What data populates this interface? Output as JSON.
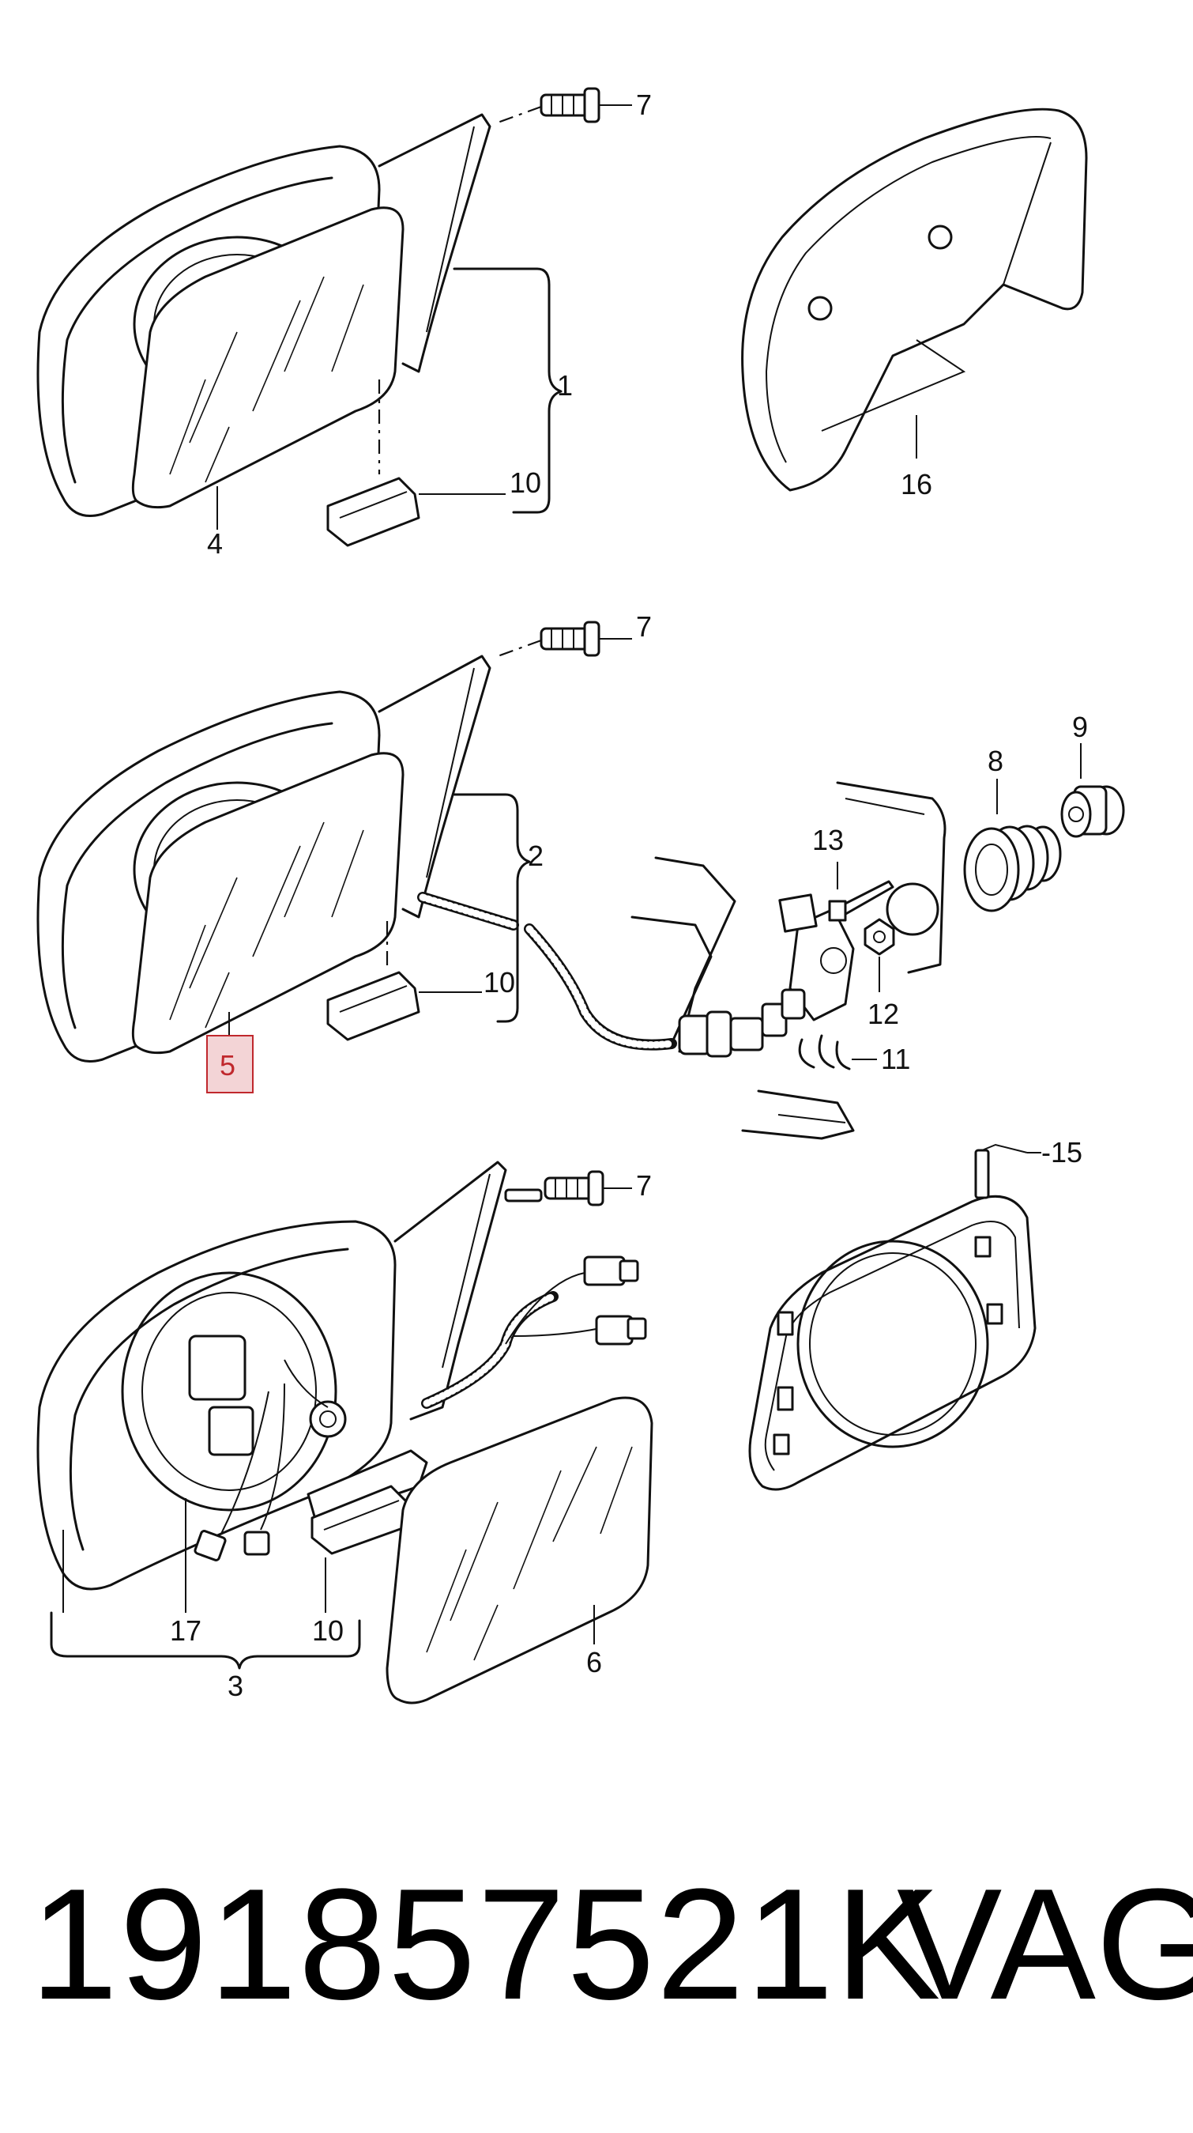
{
  "diagram": {
    "labels": {
      "l1": "1",
      "l2": "2",
      "l3": "3",
      "l4": "4",
      "l5": "5",
      "l6": "6",
      "l7a": "7",
      "l7b": "7",
      "l7c": "7",
      "l8": "8",
      "l9": "9",
      "l10a": "10",
      "l10b": "10",
      "l10c": "10",
      "l11": "11",
      "l12": "12",
      "l13": "13",
      "l15": "-15",
      "l16": "16",
      "l17": "17"
    },
    "highlight_color": "#f3d4d6",
    "highlight_border": "#c0282d"
  },
  "footer": {
    "part_number": "191857521K",
    "brand": "VAG"
  }
}
